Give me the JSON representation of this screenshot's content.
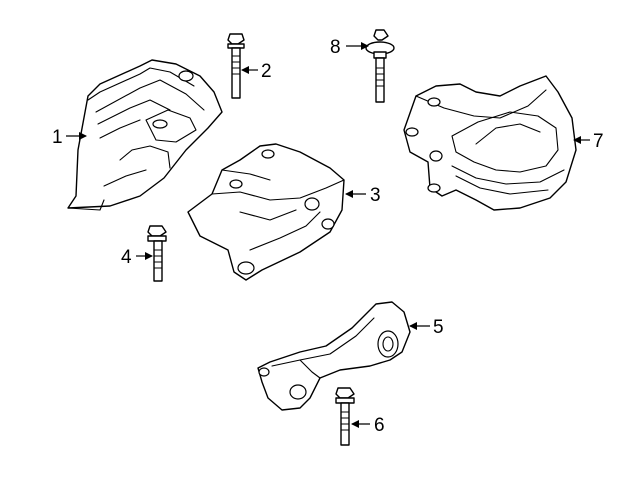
{
  "callouts": [
    {
      "number": "1",
      "part": "transmission-mount-bracket"
    },
    {
      "number": "2",
      "part": "bracket-bolt"
    },
    {
      "number": "3",
      "part": "mount-support-bracket"
    },
    {
      "number": "4",
      "part": "support-bolt"
    },
    {
      "number": "5",
      "part": "torque-rod-mount"
    },
    {
      "number": "6",
      "part": "torque-rod-bolt"
    },
    {
      "number": "7",
      "part": "engine-mount"
    },
    {
      "number": "8",
      "part": "mount-stud-bolt"
    }
  ]
}
